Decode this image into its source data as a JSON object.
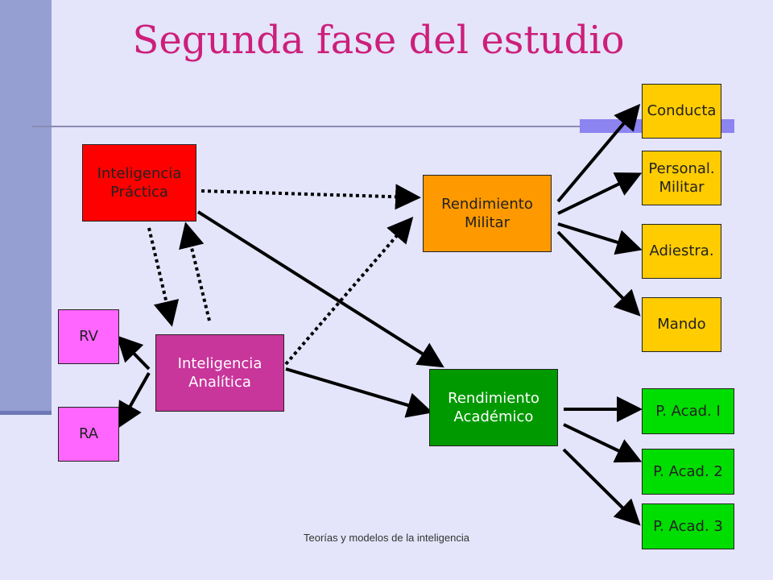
{
  "slide": {
    "title": "Segunda fase del estudio",
    "footer": "Teorías  y modelos de la inteligencia"
  },
  "colors": {
    "title": "#cc1f7a",
    "practica": "#ff0000",
    "analitica": "#c8359b",
    "rv_ra": "#ff66ff",
    "militar": "#ff9900",
    "academico": "#009900",
    "outcome_yellow": "#ffcc00",
    "outcome_green": "#00dd00"
  },
  "nodes": [
    {
      "id": "practica",
      "label": "Inteligencia\nPráctica",
      "color": "#ff0000",
      "text_color": "#222222"
    },
    {
      "id": "analitica",
      "label": "Inteligencia\nAnalítica",
      "color": "#c8359b",
      "text_color": "#ffffff"
    },
    {
      "id": "rv",
      "label": "RV",
      "color": "#ff66ff",
      "text_color": "#222222"
    },
    {
      "id": "ra",
      "label": "RA",
      "color": "#ff66ff",
      "text_color": "#222222"
    },
    {
      "id": "militar",
      "label": "Rendimiento\nMilitar",
      "color": "#ff9900",
      "text_color": "#222222"
    },
    {
      "id": "academico",
      "label": "Rendimiento\nAcadémico",
      "color": "#009900",
      "text_color": "#ffffff"
    },
    {
      "id": "conducta",
      "label": "Conducta",
      "color": "#ffcc00",
      "text_color": "#222222"
    },
    {
      "id": "personal",
      "label": "Personal.\nMilitar",
      "color": "#ffcc00",
      "text_color": "#222222"
    },
    {
      "id": "adiestra",
      "label": "Adiestra.",
      "color": "#ffcc00",
      "text_color": "#222222"
    },
    {
      "id": "mando",
      "label": "Mando",
      "color": "#ffcc00",
      "text_color": "#222222"
    },
    {
      "id": "acad1",
      "label": "P. Acad. I",
      "color": "#00dd00",
      "text_color": "#222222"
    },
    {
      "id": "acad2",
      "label": "P. Acad. 2",
      "color": "#00dd00",
      "text_color": "#222222"
    },
    {
      "id": "acad3",
      "label": "P. Acad. 3",
      "color": "#00dd00",
      "text_color": "#222222"
    }
  ],
  "edges": [
    {
      "from": "practica",
      "to": "militar",
      "style": "dotted"
    },
    {
      "from": "practica",
      "to": "analitica",
      "style": "dotted"
    },
    {
      "from": "analitica",
      "to": "practica",
      "style": "dotted"
    },
    {
      "from": "analitica",
      "to": "militar",
      "style": "dotted"
    },
    {
      "from": "practica",
      "to": "academico",
      "style": "solid"
    },
    {
      "from": "analitica",
      "to": "academico",
      "style": "solid"
    },
    {
      "from": "analitica",
      "to": "rv",
      "style": "solid"
    },
    {
      "from": "analitica",
      "to": "ra",
      "style": "solid"
    },
    {
      "from": "militar",
      "to": "conducta",
      "style": "solid"
    },
    {
      "from": "militar",
      "to": "personal",
      "style": "solid"
    },
    {
      "from": "militar",
      "to": "adiestra",
      "style": "solid"
    },
    {
      "from": "militar",
      "to": "mando",
      "style": "solid"
    },
    {
      "from": "academico",
      "to": "acad1",
      "style": "solid"
    },
    {
      "from": "academico",
      "to": "acad2",
      "style": "solid"
    },
    {
      "from": "academico",
      "to": "acad3",
      "style": "solid"
    }
  ]
}
